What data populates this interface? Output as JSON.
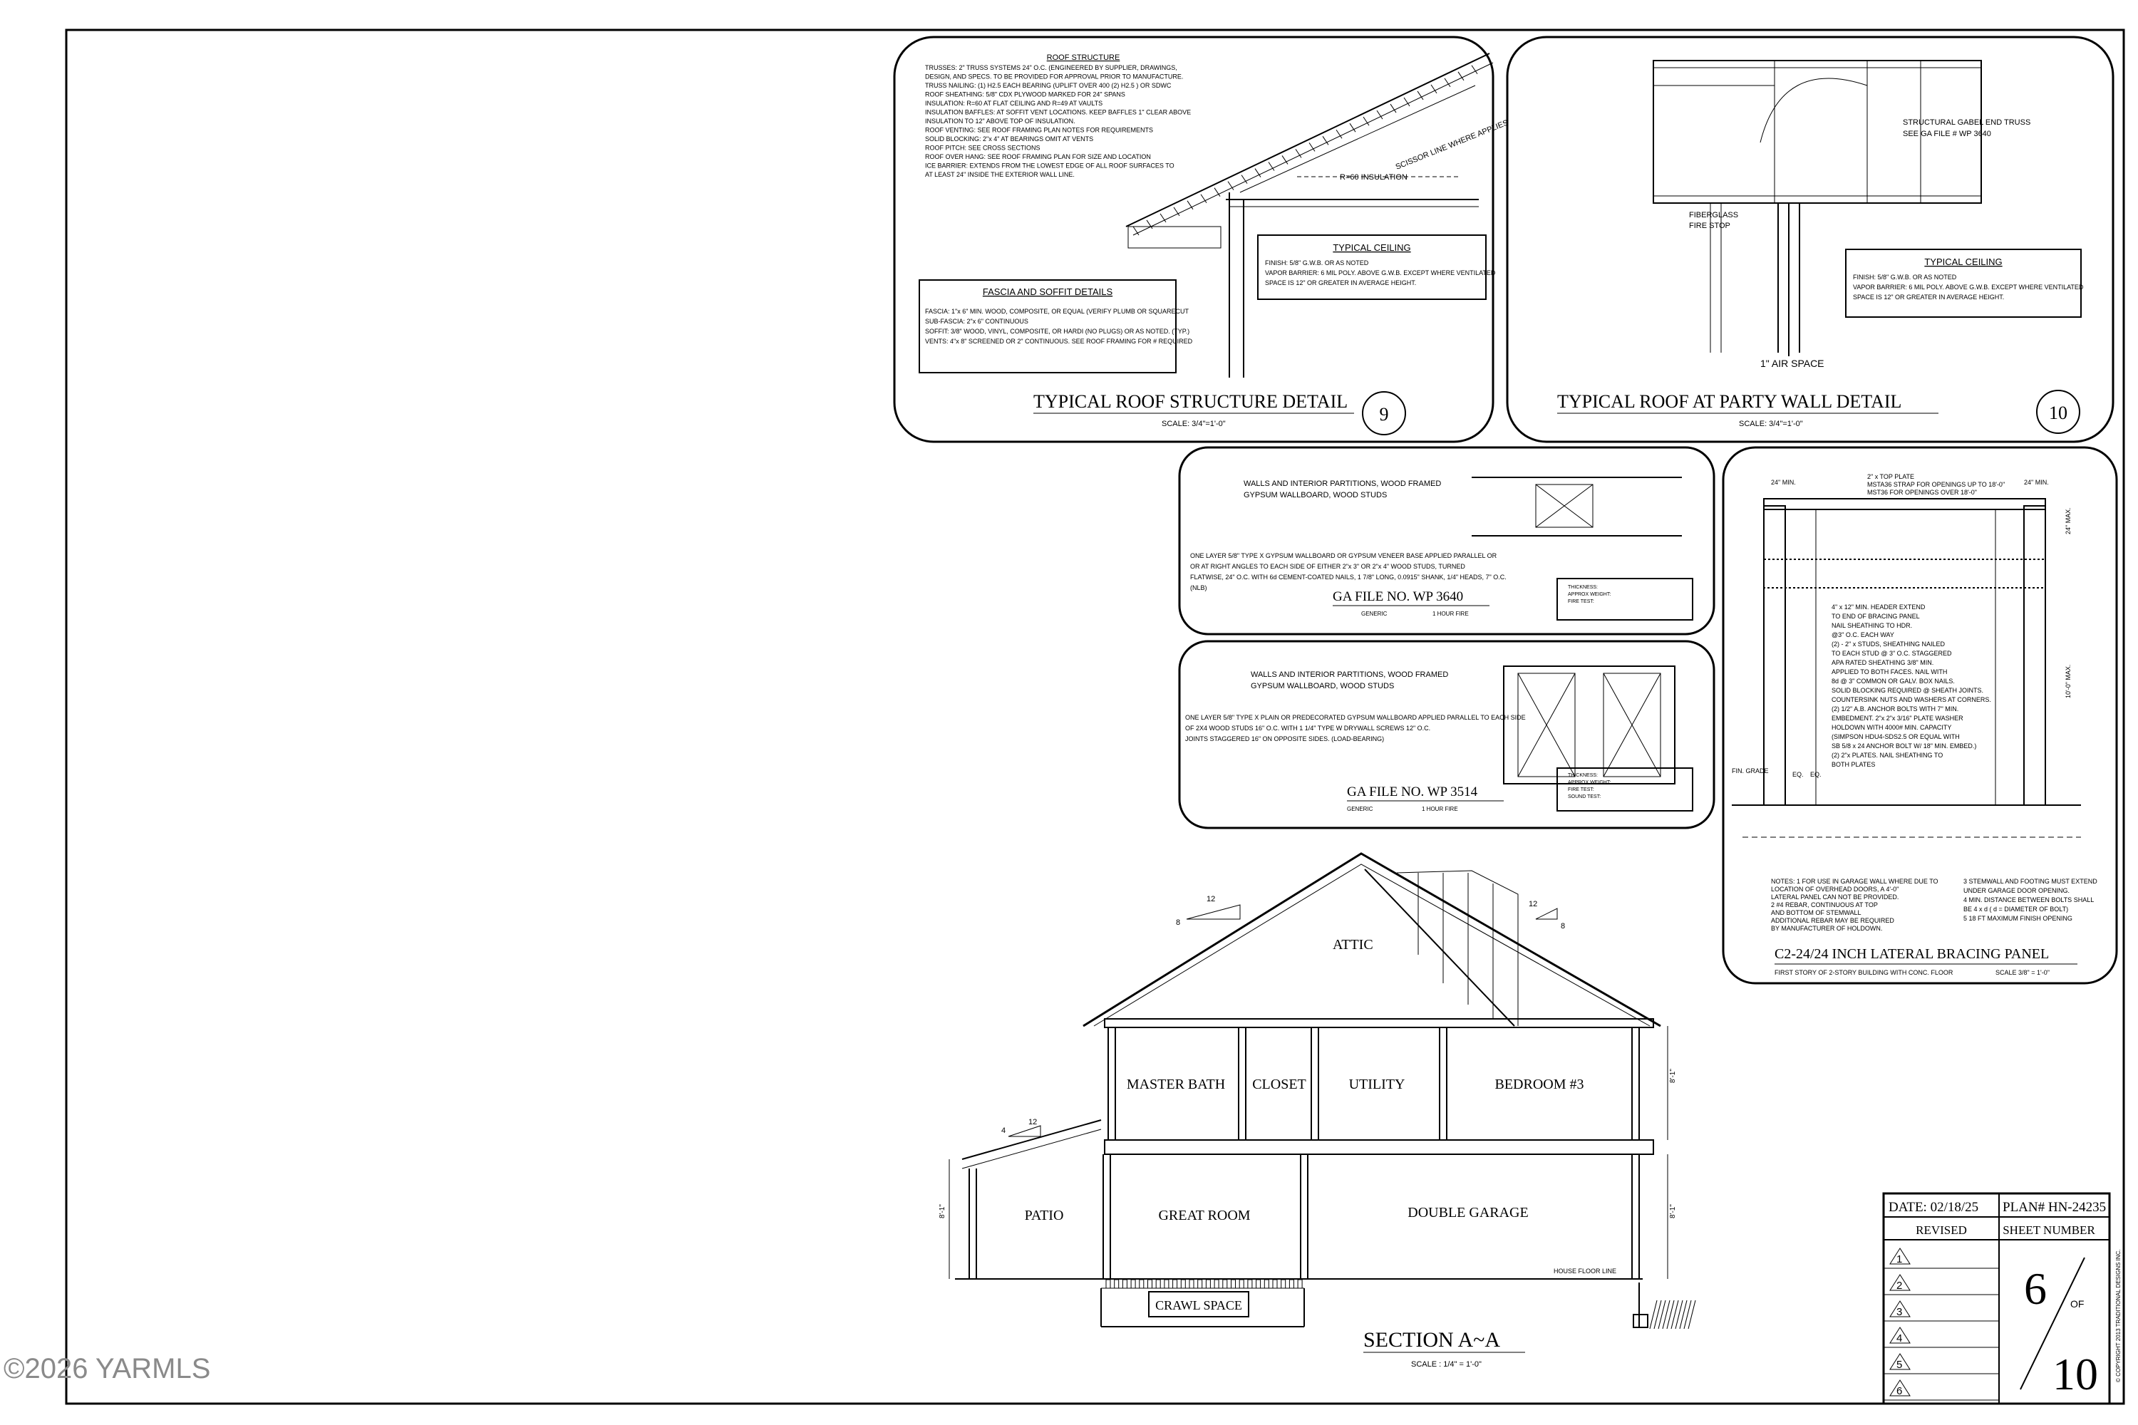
{
  "watermark": "©2026 YARMLS",
  "detail9": {
    "roof_heading": "ROOF STRUCTURE",
    "roof_notes": [
      "TRUSSES: 2\" TRUSS SYSTEMS 24\" O.C. (ENGINEERED BY SUPPLIER, DRAWINGS,",
      "DESIGN, AND SPECS. TO BE PROVIDED FOR APPROVAL PRIOR TO MANUFACTURE.",
      "TRUSS NAILING: (1) H2.5 EACH BEARING (UPLIFT OVER 400 (2) H2.5 ) OR SDWC",
      "ROOF SHEATHING: 5/8\" CDX PLYWOOD MARKED FOR 24\" SPANS",
      "INSULATION: R=60 AT FLAT CEILING AND R=49 AT VAULTS",
      "INSULATION BAFFLES: AT SOFFIT VENT LOCATIONS. KEEP BAFFLES 1\" CLEAR ABOVE",
      "INSULATION TO 12\" ABOVE TOP OF INSULATION.",
      "ROOF VENTING: SEE ROOF FRAMING PLAN NOTES FOR REQUIREMENTS",
      "SOLID BLOCKING: 2\"x 4\" AT BEARINGS OMIT AT VENTS",
      "ROOF PITCH: SEE CROSS SECTIONS",
      "ROOF OVER HANG: SEE ROOF FRAMING PLAN FOR SIZE AND LOCATION",
      "ICE BARRIER: EXTENDS FROM THE LOWEST EDGE OF ALL ROOF SURFACES TO",
      "AT LEAST 24\" INSIDE THE EXTERIOR WALL LINE."
    ],
    "scissor_label": "SCISSOR LINE WHERE APPLIES",
    "insulation_label": "R=60 INSULATION",
    "ceiling_heading": "TYPICAL CEILING",
    "ceiling_notes": [
      "FINISH: 5/8\" G.W.B. OR AS NOTED",
      "VAPOR BARRIER: 6 MIL POLY. ABOVE G.W.B. EXCEPT WHERE VENTILATED",
      "SPACE IS 12\" OR GREATER IN AVERAGE HEIGHT."
    ],
    "fascia_heading": "FASCIA AND SOFFIT DETAILS",
    "fascia_notes": [
      "FASCIA: 1\"x 6\" MIN. WOOD, COMPOSITE, OR EQUAL (VERIFY PLUMB OR SQUARECUT",
      "SUB-FASCIA: 2\"x 6\" CONTINUOUS",
      "SOFFIT: 3/8\" WOOD, VINYL, COMPOSITE, OR HARDI (NO PLUGS) OR AS NOTED. (TYP.)",
      "VENTS: 4\"x 8\" SCREENED OR 2\" CONTINUOUS. SEE ROOF FRAMING FOR # REQUIRED"
    ],
    "title": "TYPICAL ROOF STRUCTURE DETAIL",
    "number": "9",
    "scale": "SCALE: 3/4\"=1'-0\""
  },
  "detail10": {
    "truss_note": [
      "STRUCTURAL GABEL END TRUSS",
      "SEE GA FILE # WP 3640"
    ],
    "firestop": [
      "FIBERGLASS",
      "FIRE STOP"
    ],
    "air_space": "1\" AIR SPACE",
    "ceiling_heading": "TYPICAL CEILING",
    "ceiling_notes": [
      "FINISH: 5/8\" G.W.B. OR AS NOTED",
      "VAPOR BARRIER: 6 MIL POLY. ABOVE G.W.B. EXCEPT WHERE VENTILATED",
      "SPACE IS 12\" OR GREATER IN AVERAGE HEIGHT."
    ],
    "title": "TYPICAL ROOF   AT PARTY WALL   DETAIL",
    "number": "10",
    "scale": "SCALE: 3/4\"=1'-0\""
  },
  "ga3640": {
    "heading": [
      "WALLS AND INTERIOR PARTITIONS, WOOD FRAMED",
      "GYPSUM WALLBOARD, WOOD STUDS"
    ],
    "desc": [
      "ONE LAYER 5/8\" TYPE X GYPSUM WALLBOARD OR GYPSUM VENEER BASE APPLIED PARALLEL OR",
      "OR AT RIGHT ANGLES TO EACH SIDE OF EITHER 2\"x 3\" OR 2\"x 4\" WOOD STUDS, TURNED",
      "FLATWISE, 24\" O.C. WITH 6d CEMENT-COATED NAILS, 1 7/8\" LONG, 0.0915\" SHANK, 1/4\" HEADS, 7\" O.C.",
      "(NLB)"
    ],
    "title": "GA FILE NO. WP 3640",
    "sub": [
      "GENERIC",
      "1 HOUR FIRE"
    ],
    "info": [
      "THICKNESS:",
      "APPROX WEIGHT:",
      "FIRE TEST:"
    ]
  },
  "ga3514": {
    "heading": [
      "WALLS AND INTERIOR PARTITIONS, WOOD FRAMED",
      "GYPSUM WALLBOARD, WOOD STUDS"
    ],
    "desc": [
      "ONE LAYER 5/8\" TYPE X PLAIN OR PREDECORATED GYPSUM WALLBOARD APPLIED PARALLEL TO EACH SIDE",
      "OF 2X4 WOOD STUDS 16\" O.C. WITH 1 1/4\" TYPE W DRYWALL SCREWS 12\" O.C.",
      "JOINTS STAGGERED 16\" ON OPPOSITE SIDES. (LOAD-BEARING)"
    ],
    "title": "GA FILE NO. WP 3514",
    "sub": [
      "GENERIC",
      "1 HOUR FIRE"
    ],
    "info": [
      "THICKNESS:",
      "APPROX WEIGHT:",
      "FIRE TEST:",
      "SOUND TEST:"
    ]
  },
  "bracing": {
    "dims": [
      "24\" MIN.",
      "24\" MIN.",
      "24\" MAX.",
      "10'-0\" MAX."
    ],
    "top_notes": [
      "2\" x TOP PLATE",
      "MSTA36 STRAP FOR OPENINGS UP TO 18'-0\"",
      "MST36 FOR OPENINGS OVER 18'-0\""
    ],
    "notes": [
      "4\" x 12\" MIN. HEADER EXTEND",
      "TO END OF BRACING PANEL",
      "NAIL SHEATHING TO HDR.",
      "@3\" O.C. EACH WAY",
      "(2) - 2\" x STUDS, SHEATHING NAILED",
      "TO EACH STUD @ 3\" O.C. STAGGERED",
      "APA RATED SHEATHING 3/8\" MIN.",
      "APPLIED TO BOTH FACES. NAIL WITH",
      "8d @ 3\" COMMON OR GALV. BOX NAILS.",
      "SOLID BLOCKING REQUIRED @ SHEATH JOINTS.",
      "COUNTERSINK NUTS AND WASHERS AT CORNERS.",
      "(2) 1/2\" A.B. ANCHOR BOLTS WITH 7\" MIN.",
      "EMBEDMENT. 2\"x 2\"x 3/16\" PLATE WASHER",
      "HOLDOWN WITH 4000# MIN. CAPACITY",
      "(SIMPSON HDU4-SDS2.5 OR EQUAL WITH",
      "SB 5/8 x 24 ANCHOR BOLT W/ 18\" MIN. EMBED.)",
      "(2) 2\"x PLATES. NAIL SHEATHING TO",
      "BOTH PLATES"
    ],
    "fin_grade": "FIN. GRADE",
    "eq": [
      "EQ.",
      "EQ."
    ],
    "legend": [
      "NOTES: 1  FOR USE IN GARAGE WALL WHERE DUE TO",
      "LOCATION OF OVERHEAD DOORS, A 4'-0\"",
      "LATERAL PANEL CAN NOT BE PROVIDED.",
      "2  #4 REBAR, CONTINUOUS AT TOP",
      "AND BOTTOM OF STEMWALL",
      "ADDITIONAL REBAR MAY BE REQUIRED",
      "BY MANUFACTURER OF HOLDOWN."
    ],
    "legend_right": [
      "3  STEMWALL AND FOOTING MUST EXTEND",
      "UNDER GARAGE DOOR OPENING.",
      "4  MIN. DISTANCE BETWEEN BOLTS SHALL",
      "BE 4 x d ( d = DIAMETER OF BOLT)",
      "5  18 FT MAXIMUM FINISH OPENING"
    ],
    "title": "C2-24/24 INCH LATERAL BRACING PANEL",
    "subtitle": "FIRST STORY OF 2-STORY BUILDING WITH CONC. FLOOR",
    "scale": "SCALE 3/8\" = 1'-0\""
  },
  "section": {
    "attic": "ATTIC",
    "rooms_upper": [
      "MASTER BATH",
      "CLOSET",
      "UTILITY",
      "BEDROOM #3"
    ],
    "rooms_lower": [
      "PATIO",
      "GREAT ROOM",
      "DOUBLE GARAGE"
    ],
    "crawl": "CRAWL SPACE",
    "floor_line": "HOUSE FLOOR LINE",
    "pitch": [
      "12",
      "8",
      "12",
      "8",
      "12",
      "4"
    ],
    "heights": [
      "8'-1\"",
      "8'-1\"",
      "8'-1\""
    ],
    "title": "SECTION A~A",
    "scale": "SCALE : 1/4\" = 1'-0\""
  },
  "titleblock": {
    "date": "DATE: 02/18/25",
    "plan": "PLAN# HN-24235",
    "revised": "REVISED",
    "sheet_number": "SHEET NUMBER",
    "revisions": [
      "1",
      "2",
      "3",
      "4",
      "5",
      "6"
    ],
    "sheet": "6",
    "of": "OF",
    "total": "10",
    "copyright": "© COPYRIGHT 2013 TRADITIONAL DESIGNS INC."
  }
}
